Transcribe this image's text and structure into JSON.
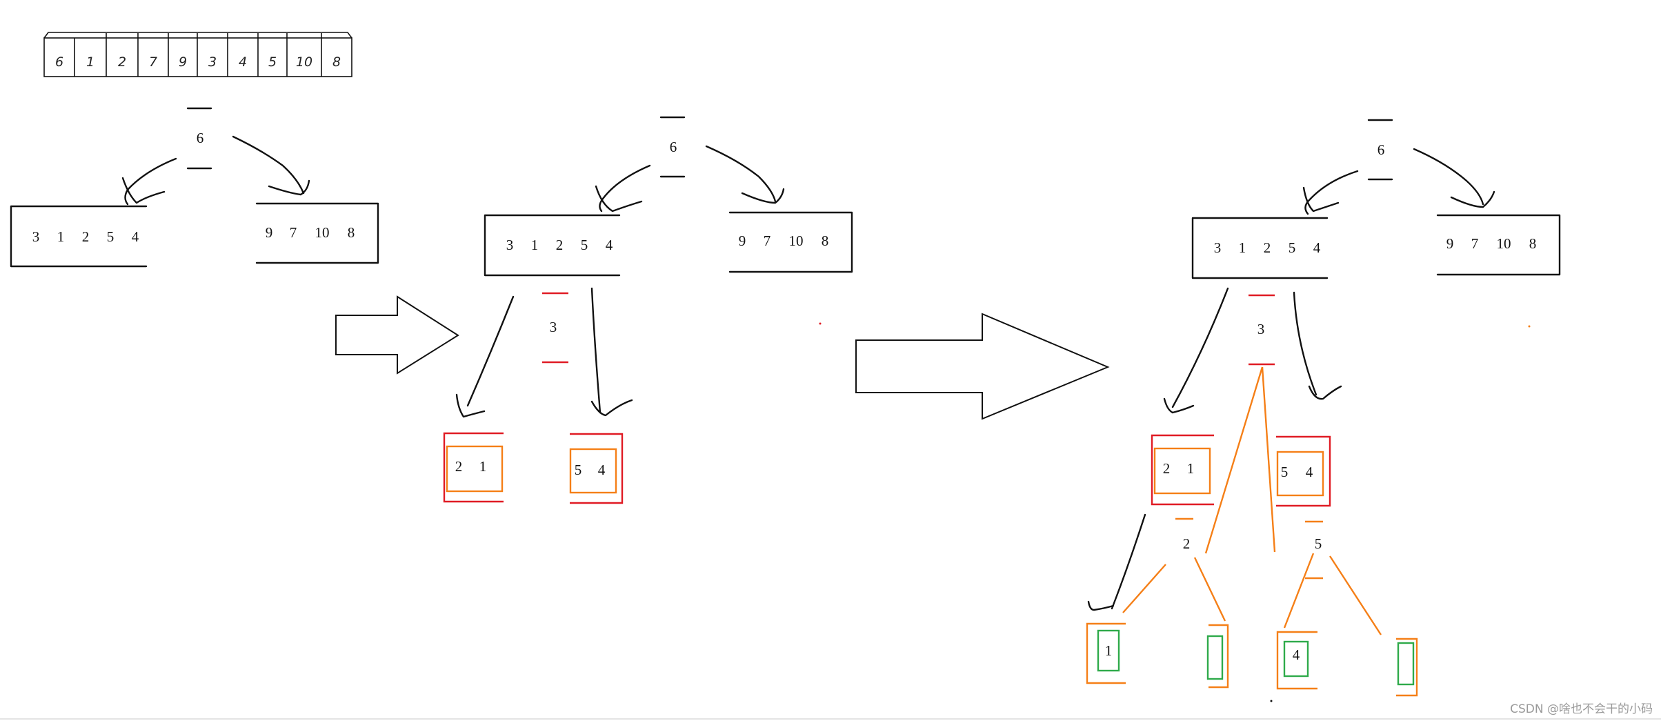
{
  "watermark": "CSDN @啥也不会干的小码",
  "colors": {
    "ink": "#111111",
    "red": "#e01b24",
    "orange": "#f57f17",
    "green": "#2eaa4a"
  },
  "initial_array": [
    "6",
    "1",
    "2",
    "7",
    "9",
    "3",
    "4",
    "5",
    "10",
    "8"
  ],
  "stage1": {
    "pivot": "6",
    "left": [
      "3",
      "1",
      "2",
      "5",
      "4"
    ],
    "right": [
      "9",
      "7",
      "10",
      "8"
    ]
  },
  "stage2": {
    "pivot": "6",
    "left": [
      "3",
      "1",
      "2",
      "5",
      "4"
    ],
    "right": [
      "9",
      "7",
      "10",
      "8"
    ],
    "sub_pivot": "3",
    "sub_left": [
      "2",
      "1"
    ],
    "sub_right": [
      "5",
      "4"
    ]
  },
  "stage3": {
    "pivot": "6",
    "left": [
      "3",
      "1",
      "2",
      "5",
      "4"
    ],
    "right": [
      "9",
      "7",
      "10",
      "8"
    ],
    "sub_pivot": "3",
    "sub_left": [
      "2",
      "1"
    ],
    "sub_right": [
      "5",
      "4"
    ],
    "pivot_left": "2",
    "pivot_right": "5",
    "leaf_1": "1",
    "leaf_2": "",
    "leaf_3": "4",
    "leaf_4": ""
  }
}
